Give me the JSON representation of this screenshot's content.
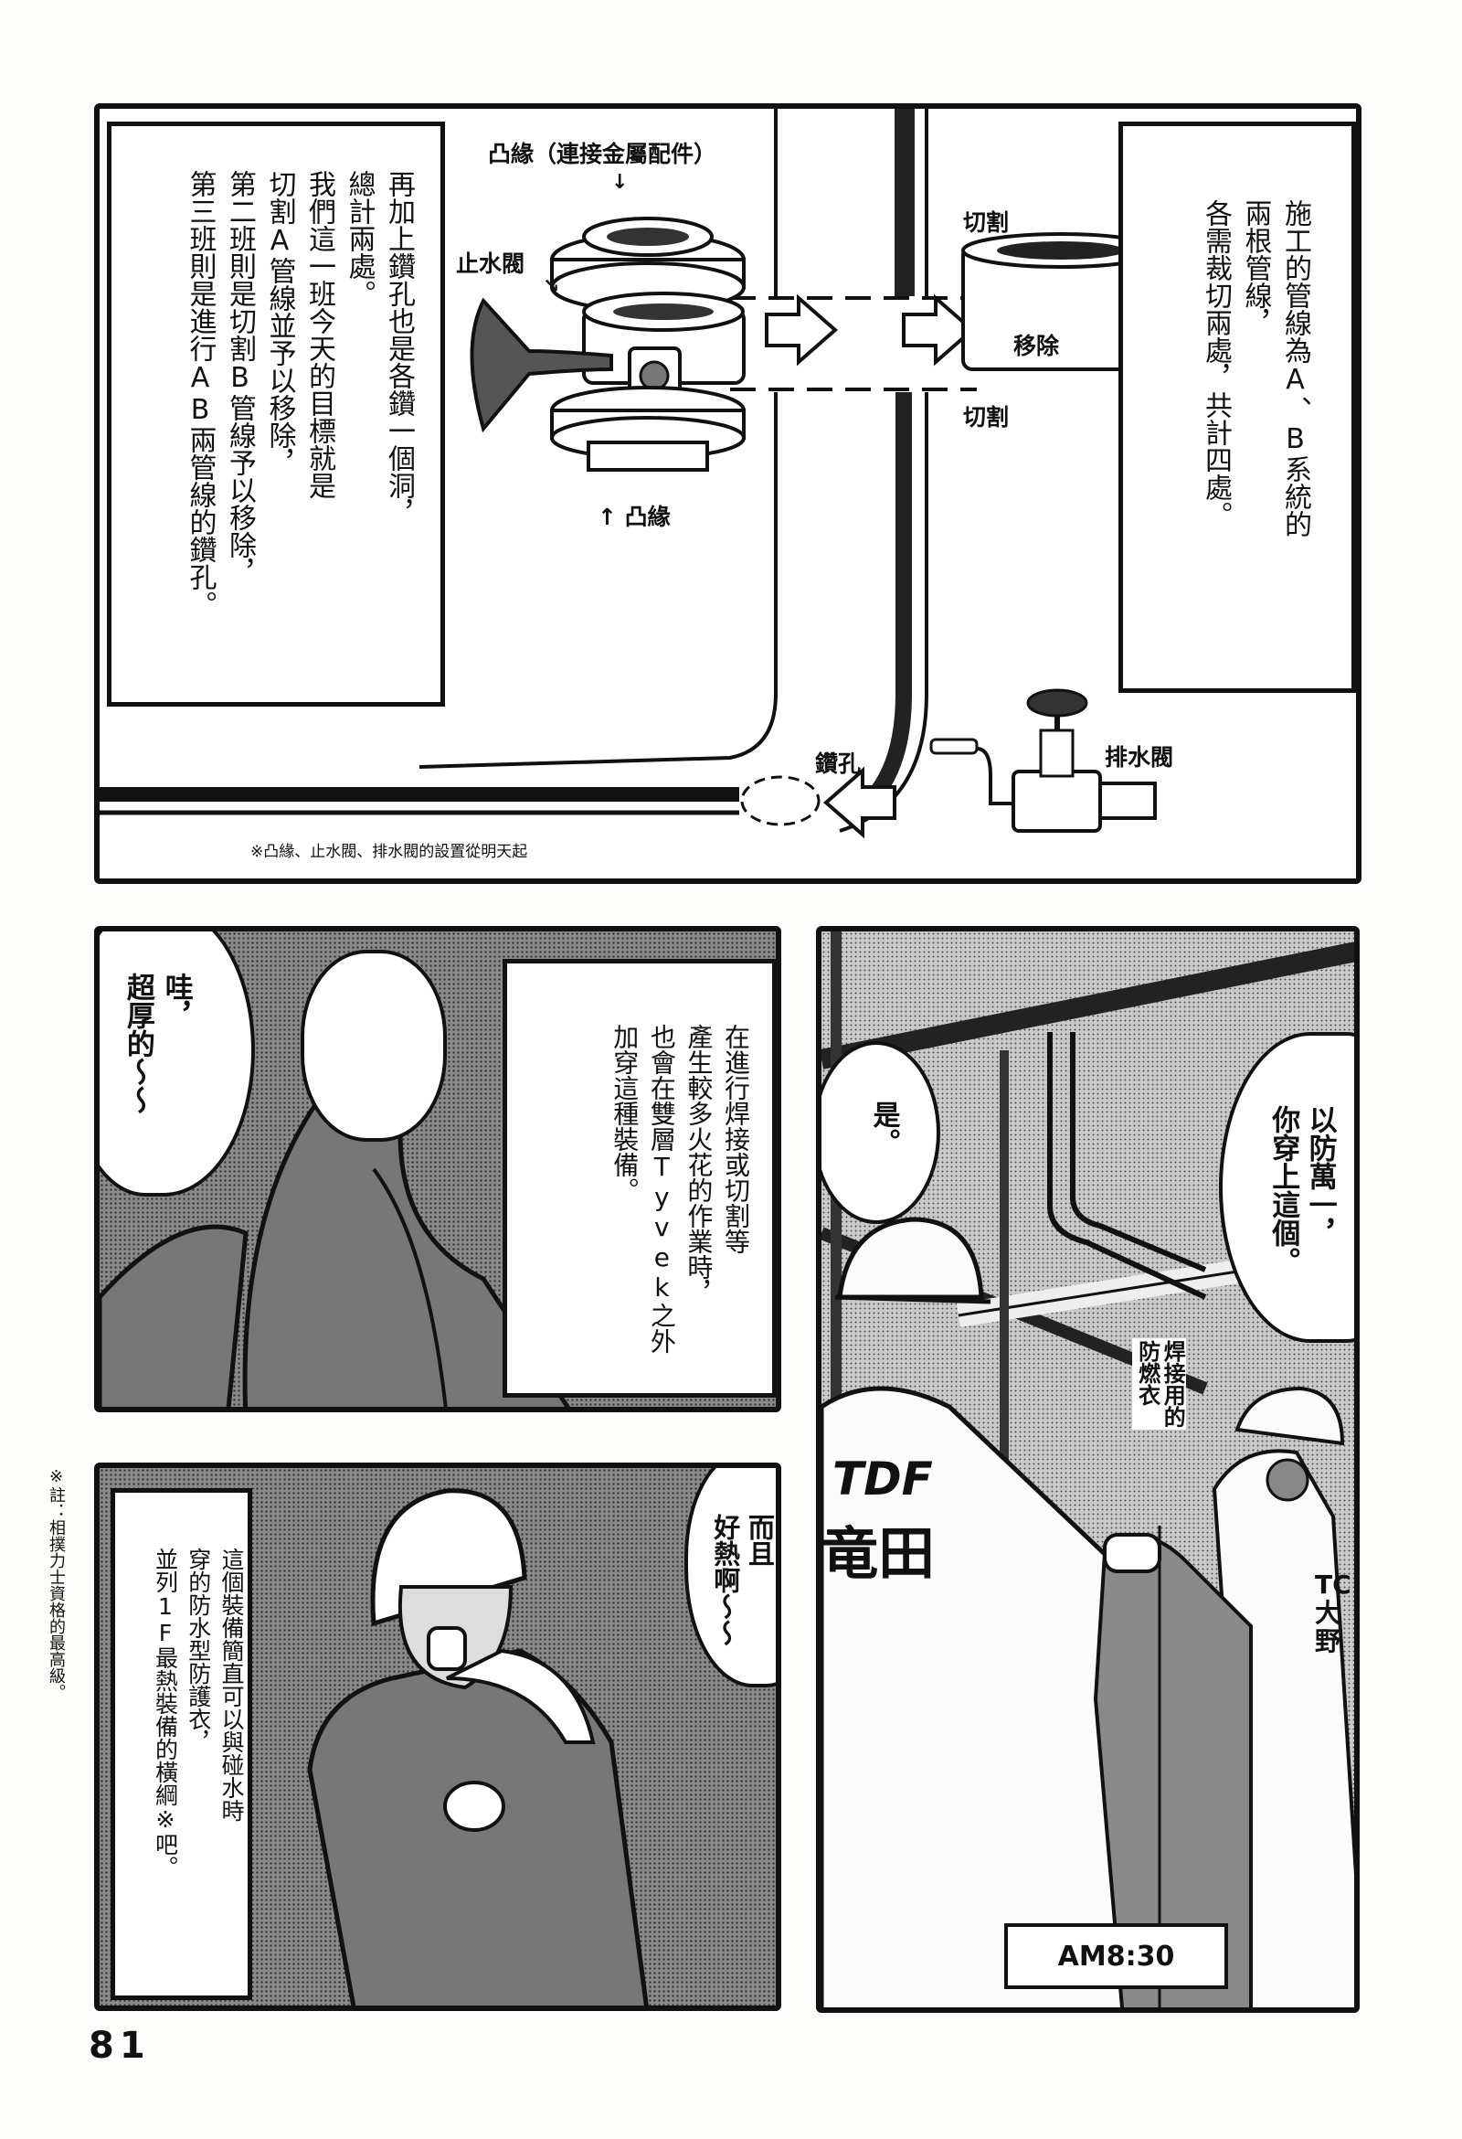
{
  "page_number": "81",
  "footnote_side": "※註：相撲力士資格的最高級。",
  "top_panel": {
    "left_narration": [
      "再加上鑽孔也是各鑽一個洞，",
      "總計兩處。",
      "我們這一班今天的目標就是",
      "切割A管線並予以移除，",
      "第二班則是切割B管線予以移除，",
      "第三班則是進行AB兩管線的鑽孔。"
    ],
    "right_narration": [
      "施工的管線為A、B系統的",
      "兩根管線，",
      "各需裁切兩處，共計四處。"
    ],
    "diagram_labels": {
      "flange_top": "凸緣（連接金屬配件）",
      "stop_valve": "止水閥",
      "flange_bottom": "↑ 凸緣",
      "cut_top": "切割",
      "cut_bottom": "切割",
      "remove": "移除",
      "drill_hole": "鑽孔",
      "drain_valve": "排水閥"
    },
    "note": "※凸緣、止水閥、排水閥的設置從明天起"
  },
  "middle_left_panel": {
    "bubble": [
      "哇，",
      "超厚的～～"
    ],
    "narration": [
      "在進行焊接或切割等",
      "產生較多火花的作業時，",
      "也會在雙層Tyvek之外",
      "加穿這種裝備。"
    ]
  },
  "bottom_left_panel": {
    "narration": [
      "這個裝備簡直可以與碰水時",
      "穿的防水型防護衣，",
      "並列1F最熱裝備的橫綱※吧。"
    ],
    "bubble": [
      "而且",
      "好熱啊～～"
    ]
  },
  "right_panel": {
    "bubble_left": [
      "是。"
    ],
    "bubble_right": [
      "以防萬一，",
      "你穿上這個。"
    ],
    "annotation": [
      "焊接用的",
      "防燃衣"
    ],
    "back_text_1": "TDF",
    "back_text_2": "竜田",
    "back_text_3": "TC 大野",
    "time_caption": "AM8:30"
  }
}
